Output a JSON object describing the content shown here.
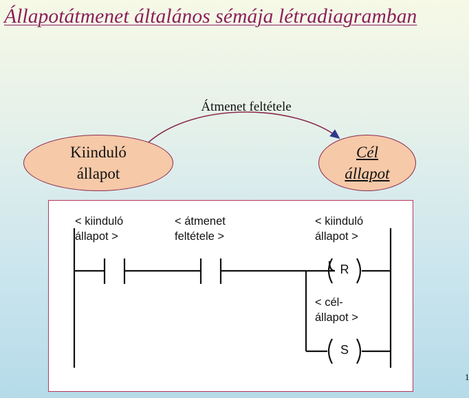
{
  "slide": {
    "title": "Állapotátmenet általános sémája létradiagramban",
    "page_number": "1"
  },
  "state_diagram": {
    "transition_label": "Átmenet feltétele",
    "source_state": {
      "line1": "Kiinduló",
      "line2": "állapot"
    },
    "target_state": {
      "line1": "Cél",
      "line2": "állapot"
    }
  },
  "ladder": {
    "contact1": {
      "line1": "< kiinduló",
      "line2": "állapot >"
    },
    "contact2": {
      "line1": "< átmenet",
      "line2": "feltétele >"
    },
    "coil_reset": {
      "line1": "< kiinduló",
      "line2": "állapot >",
      "letter": "R"
    },
    "coil_set": {
      "line1": "< cél-",
      "line2": "állapot >",
      "letter": "S"
    }
  },
  "colors": {
    "title": "#8b1f5a",
    "state_fill": "#f6c9a8",
    "state_border": "#8a2a4e",
    "arrow": "#8a2a4e",
    "frame_border": "#b7375a"
  }
}
